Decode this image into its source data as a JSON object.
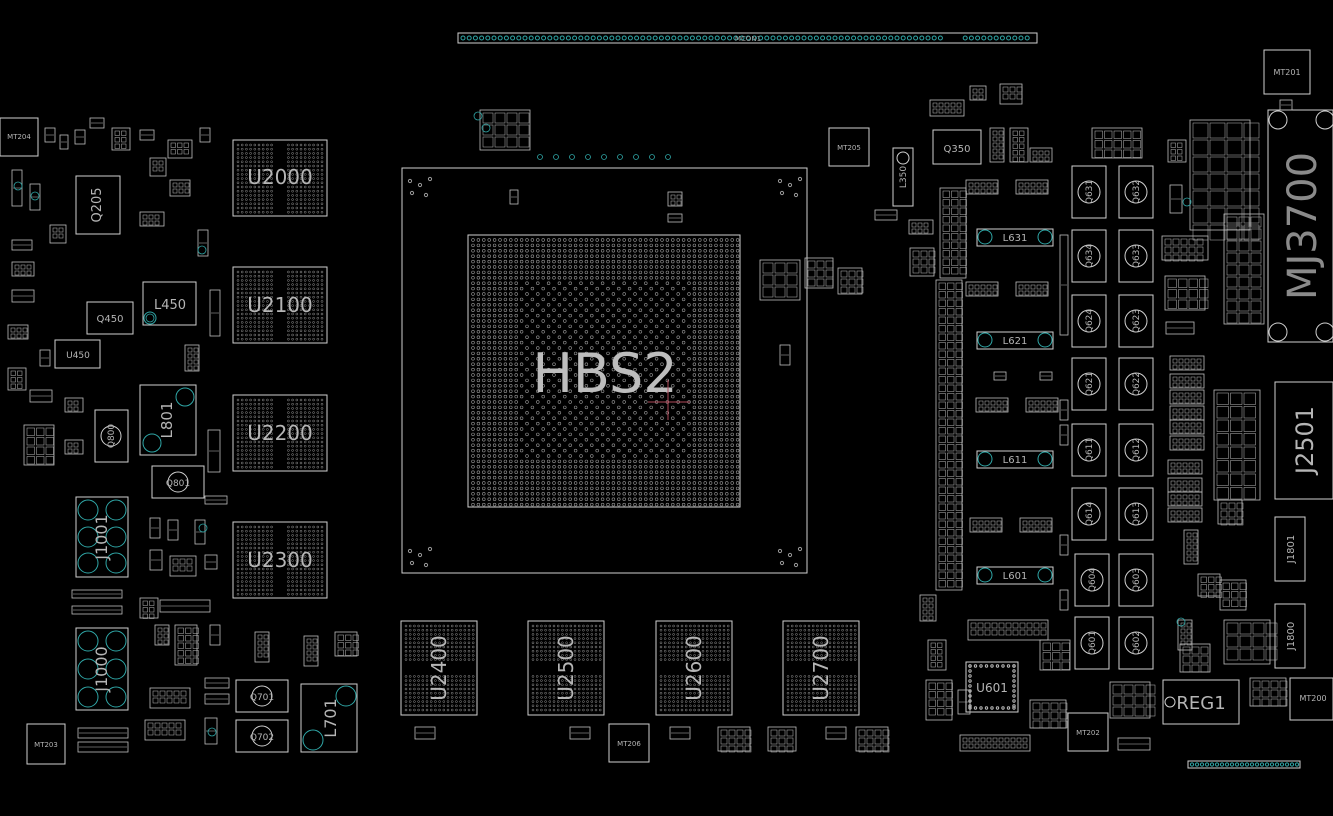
{
  "colors": {
    "background": "#000000",
    "outline": "#cfcfcf",
    "pad": "#bdbdbd",
    "pad_accent": "#2fa6a6",
    "big_label": "#9a9a9a",
    "cursor": "#b04a5a"
  },
  "components": {
    "gpu": "HBS2",
    "u2000": "U2000",
    "u2100": "U2100",
    "u2200": "U2200",
    "u2300": "U2300",
    "u2400": "U2400",
    "u2500": "U2500",
    "u2600": "U2600",
    "u2700": "U2700",
    "l450": "L450",
    "q450": "Q450",
    "u450": "U450",
    "l801": "L801",
    "q800": "Q800",
    "q801": "Q801",
    "j1001": "J1001",
    "j1000": "J1000",
    "l701": "L701",
    "q701": "Q701",
    "q702": "Q702",
    "q205": "Q205",
    "mj3700": "MJ3700",
    "j2501": "J2501",
    "reg1": "REG1",
    "j1801": "J1801",
    "j1800": "J1800",
    "u601": "U601",
    "q350": "Q350",
    "l350": "L350",
    "l631": "L631",
    "l621": "L621",
    "l611": "L611",
    "l601": "L601",
    "q631": "Q631",
    "q632": "Q632",
    "q634": "Q634",
    "q633": "Q633",
    "q624": "Q624",
    "q623": "Q623",
    "q621": "Q621",
    "q622": "Q622",
    "q611": "Q611",
    "q612": "Q612",
    "q614": "Q614",
    "q613": "Q613",
    "q604": "Q604",
    "q603": "Q603",
    "q601": "Q601",
    "q602": "Q602"
  },
  "mount_holes": {
    "mt204": "MT204",
    "mt203": "MT203",
    "mt205": "MT205",
    "mt201": "MT201",
    "mt206": "MT206",
    "mt202": "MT202",
    "mt200": "MT200"
  },
  "connectors": {
    "top_edge": "MCON1"
  }
}
